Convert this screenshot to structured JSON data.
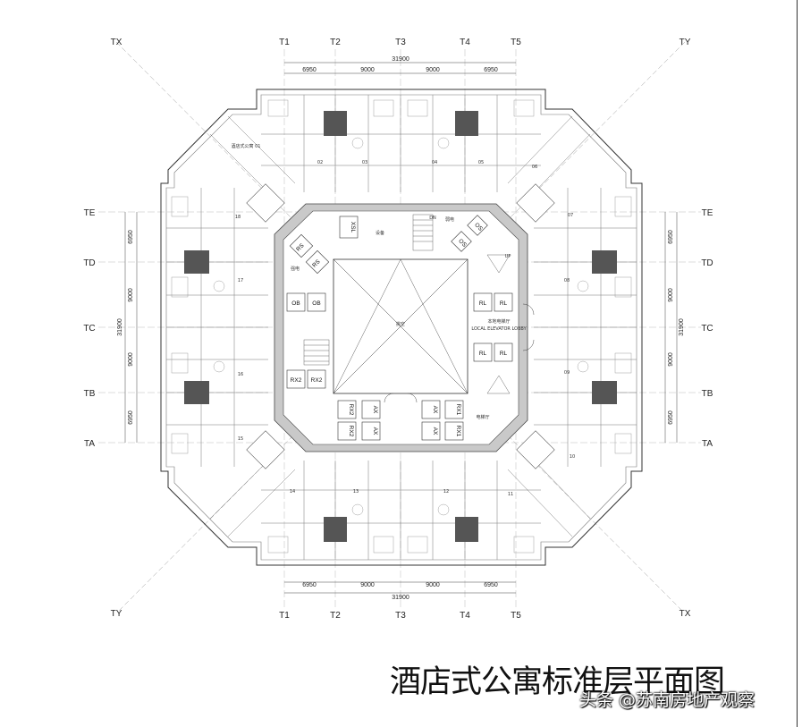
{
  "title": "酒店式公寓标准层平面图",
  "watermark": "头条 @苏南房地产观察",
  "axes": {
    "top": [
      "TX",
      "T1",
      "T2",
      "T3",
      "T4",
      "T5",
      "TY"
    ],
    "bottom": [
      "TY",
      "T1",
      "T2",
      "T3",
      "T4",
      "T5",
      "TX"
    ],
    "left": [
      "TE",
      "TD",
      "TC",
      "TB",
      "TA"
    ],
    "right": [
      "TE",
      "TD",
      "TC",
      "TB",
      "TA"
    ]
  },
  "dimensions": {
    "total": "31900",
    "horizontal": [
      "6950",
      "9000",
      "9000",
      "6950"
    ],
    "vertical": [
      "6950",
      "9000",
      "9000",
      "6950"
    ]
  },
  "core_labels": {
    "lobby_cn": "本地电梯厅",
    "lobby_en": "LOCAL ELEVATOR LOBBY",
    "void": "挑空",
    "elevator_hall": "电梯厅",
    "equipment": "设备",
    "shaft": "强电",
    "weak": "弱电",
    "up": "UP",
    "dn": "DN"
  },
  "elevators": {
    "xsl": "XSL",
    "rs": [
      "RS",
      "RS"
    ],
    "ob": [
      "OB",
      "OB"
    ],
    "rx2": [
      "RX2",
      "RX2"
    ],
    "rl": [
      "RL",
      "RL",
      "RL",
      "RL"
    ],
    "ax": [
      "AX",
      "AX",
      "AX",
      "AX"
    ],
    "rx1": [
      "RX1",
      "RX1"
    ],
    "rx2_low": [
      "RX2",
      "RX2"
    ],
    "os": [
      "OS",
      "OS"
    ]
  },
  "units": {
    "unit01_label": "酒店式公寓 01",
    "numbers": [
      "02",
      "03",
      "04",
      "05",
      "06",
      "07",
      "08",
      "09",
      "10",
      "11",
      "12",
      "13",
      "14",
      "15",
      "16",
      "17",
      "18"
    ]
  }
}
